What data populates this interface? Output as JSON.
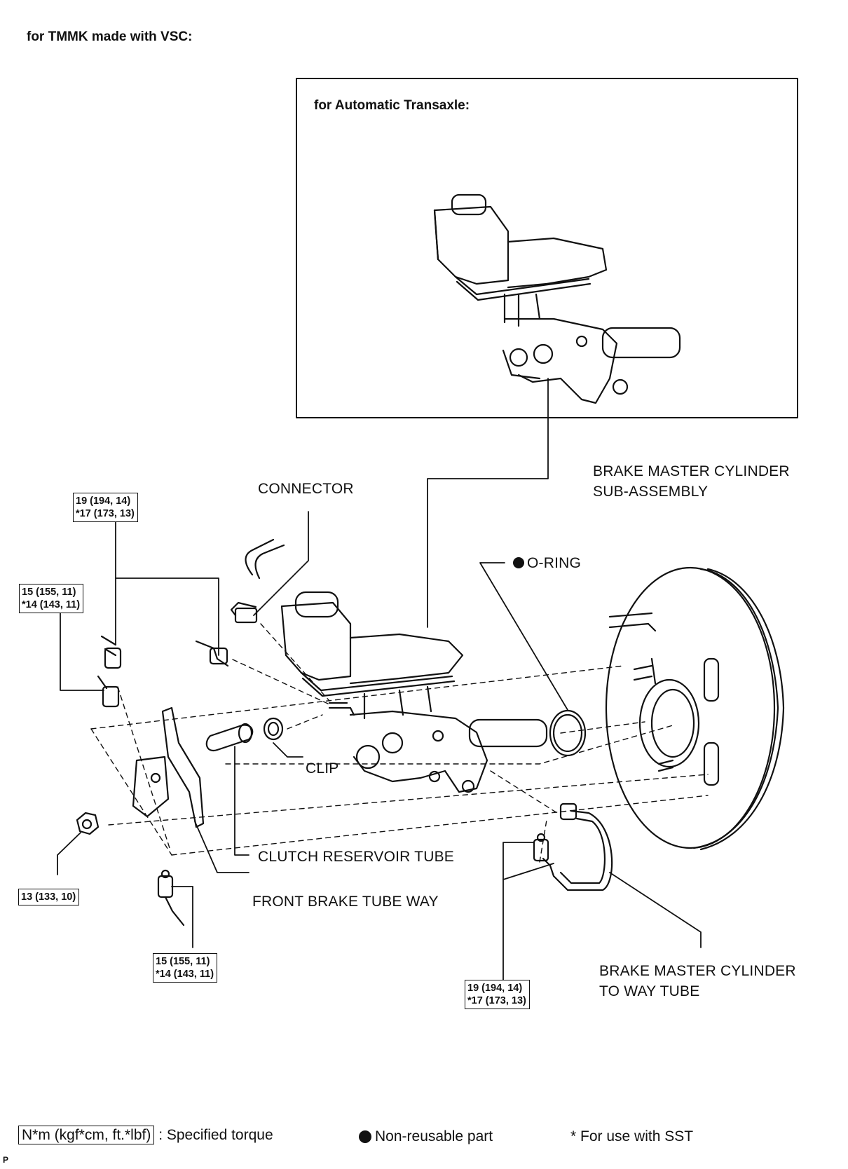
{
  "header": {
    "title": "for TMMK made with VSC:"
  },
  "inset": {
    "title": "for Automatic Transaxle:"
  },
  "labels": {
    "connector": "CONNECTOR",
    "master_cylinder_line1": "BRAKE MASTER CYLINDER",
    "master_cylinder_line2": "SUB-ASSEMBLY",
    "o_ring": "O-RING",
    "clip": "CLIP",
    "clutch_tube": "CLUTCH RESERVOIR TUBE",
    "front_tube_way": "FRONT BRAKE TUBE WAY",
    "way_tube_line1": "BRAKE MASTER CYLINDER",
    "way_tube_line2": "TO WAY TUBE"
  },
  "torques": {
    "upper_left_1": {
      "line1": "19 (194, 14)",
      "line2": "*17 (173, 13)"
    },
    "upper_left_2": {
      "line1": "15 (155, 11)",
      "line2": "*14 (143, 11)"
    },
    "nut": {
      "line1": "13 (133, 10)"
    },
    "lower_left": {
      "line1": "15 (155, 11)",
      "line2": "*14 (143, 11)"
    },
    "lower_right": {
      "line1": "19 (194, 14)",
      "line2": "*17 (173, 13)"
    }
  },
  "legend": {
    "torque_unit": "N*m (kgf*cm, ft.*lbf)",
    "torque_text": ": Specified torque",
    "nonreusable_text": "Non-reusable part",
    "sst_text": "* For use with SST"
  },
  "footer_mark": "P"
}
